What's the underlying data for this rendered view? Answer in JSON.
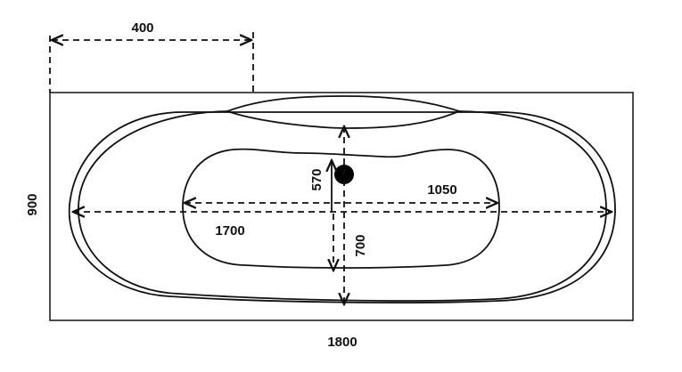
{
  "diagram": {
    "dimensions": {
      "offset_400": "400",
      "width_1800": "1800",
      "height_900": "900",
      "inner_length_1700": "1700",
      "basin_length_1050": "1050",
      "drain_offset_570": "570",
      "basin_width_700": "700"
    },
    "drain_color": "#000000"
  }
}
